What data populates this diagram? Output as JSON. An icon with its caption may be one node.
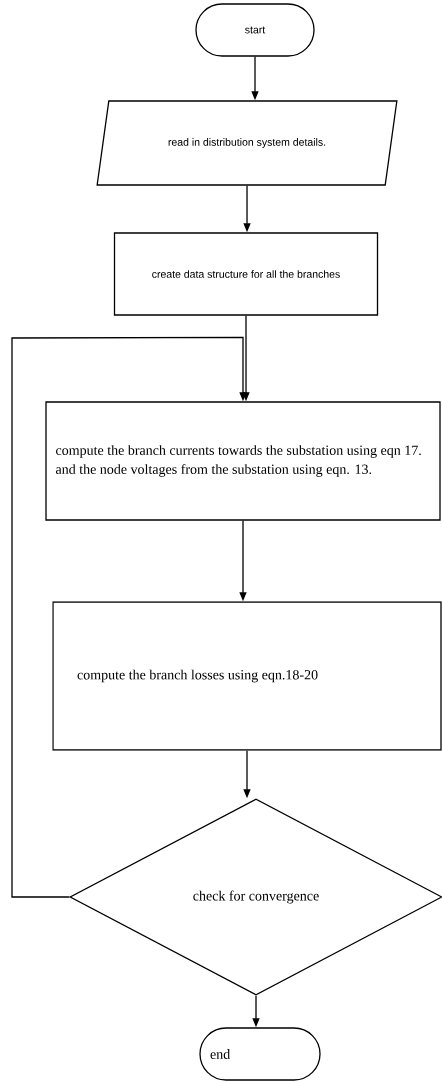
{
  "diagram": {
    "nodes": [
      {
        "text": [
          "start"
        ]
      },
      {
        "text": [
          "read in distribution system details."
        ]
      },
      {
        "text": [
          "create data structure for all the branches"
        ]
      },
      {
        "text": [
          "compute the branch currents towards the substation using eqn 17. and the node voltages from the substation using eqn. 13."
        ]
      },
      {
        "text": [
          "compute the branch losses using eqn.18-20"
        ]
      },
      {
        "text": [
          "check for convergence"
        ]
      },
      {
        "text": [
          "end"
        ]
      }
    ],
    "edges": [
      {
        "from": 0,
        "to": 1,
        "arrow": "to"
      },
      {
        "from": 1,
        "to": 2,
        "arrow": "to"
      },
      {
        "from": 2,
        "to": 3,
        "arrow": "to"
      },
      {
        "from": 3,
        "to": 4,
        "arrow": "to"
      },
      {
        "from": 4,
        "to": 5,
        "arrow": "to"
      },
      {
        "from": 5,
        "to": 6,
        "arrow": "to"
      },
      {
        "from": 5,
        "to": 3,
        "arrow": "to"
      }
    ]
  }
}
